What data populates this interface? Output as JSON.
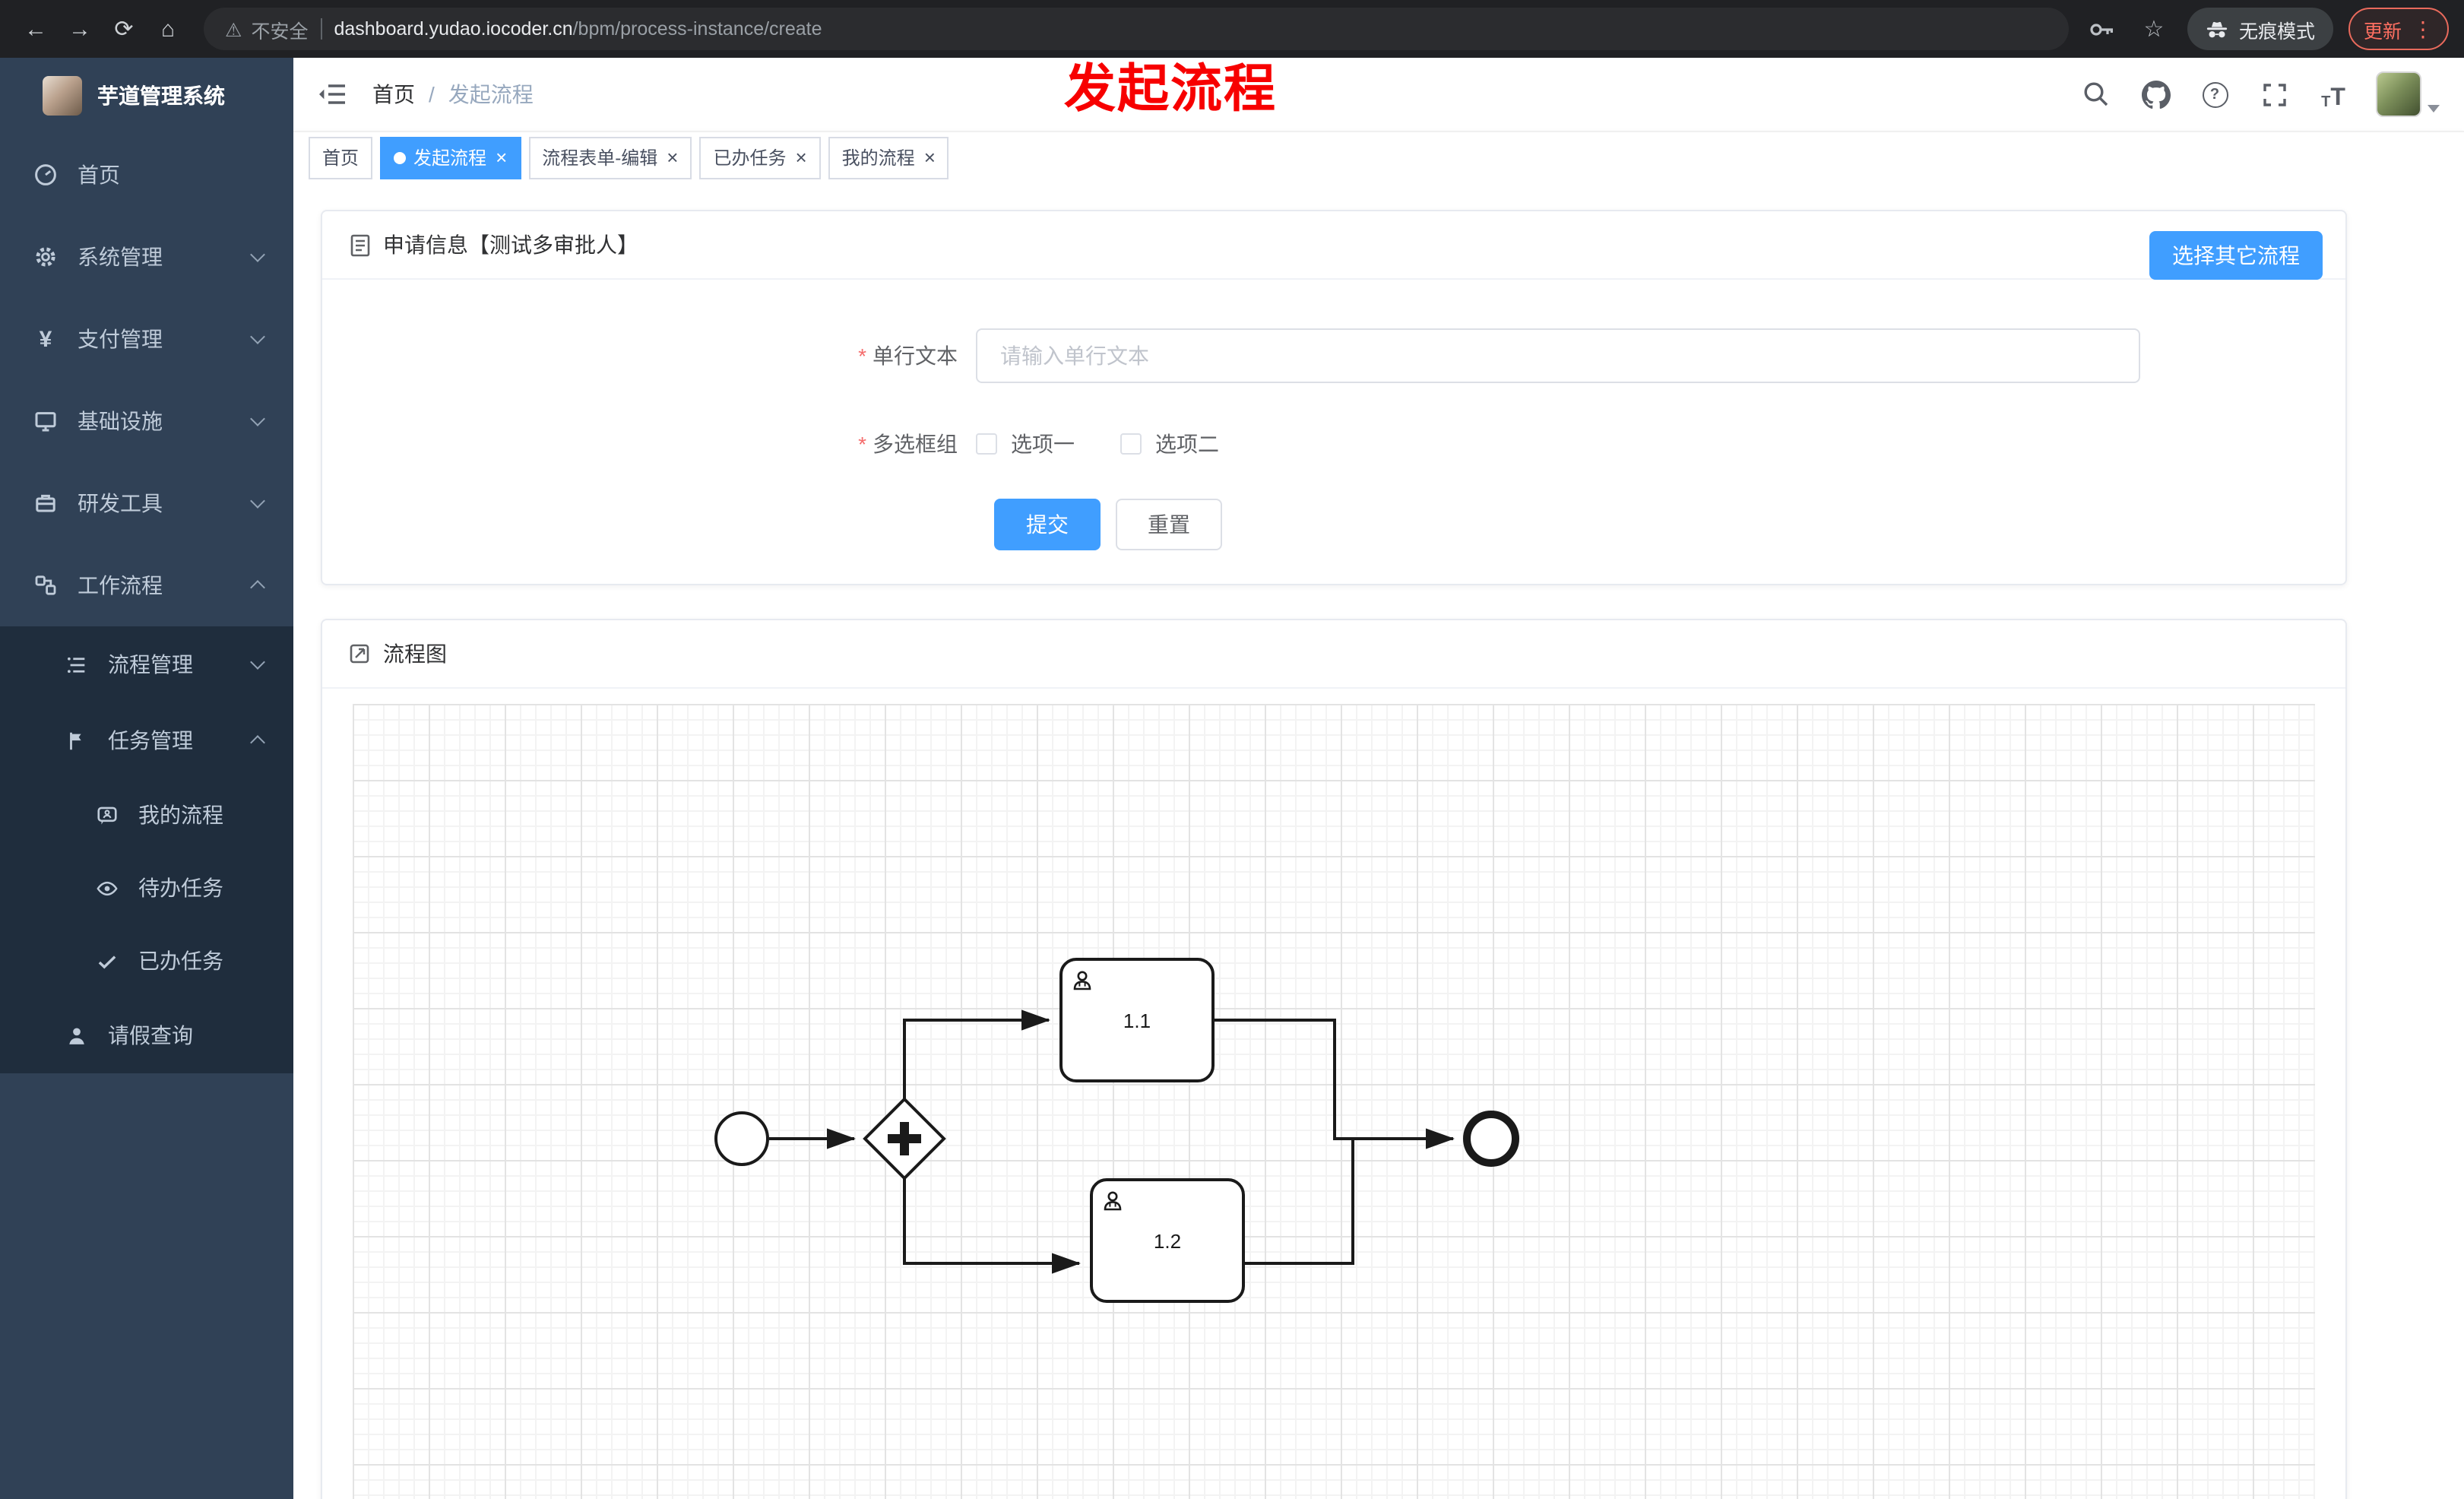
{
  "browser": {
    "security_label": "不安全",
    "url_domain": "dashboard.yudao.iocoder.cn",
    "url_path": "/bpm/process-instance/create",
    "incognito_label": "无痕模式",
    "update_label": "更新"
  },
  "annotation": {
    "text": "发起流程"
  },
  "app": {
    "logo_title": "芋道管理系统"
  },
  "sidebar": {
    "items": [
      {
        "label": "首页"
      },
      {
        "label": "系统管理"
      },
      {
        "label": "支付管理"
      },
      {
        "label": "基础设施"
      },
      {
        "label": "研发工具"
      },
      {
        "label": "工作流程"
      },
      {
        "label": "流程管理"
      },
      {
        "label": "任务管理"
      },
      {
        "label": "我的流程"
      },
      {
        "label": "待办任务"
      },
      {
        "label": "已办任务"
      },
      {
        "label": "请假查询"
      }
    ]
  },
  "header": {
    "breadcrumb": {
      "home": "首页",
      "current": "发起流程"
    }
  },
  "tabs": {
    "items": [
      {
        "label": "首页"
      },
      {
        "label": "发起流程"
      },
      {
        "label": "流程表单-编辑"
      },
      {
        "label": "已办任务"
      },
      {
        "label": "我的流程"
      }
    ]
  },
  "form_card": {
    "title": "申请信息【测试多审批人】",
    "select_other_button": "选择其它流程",
    "field_text": {
      "label": "单行文本",
      "placeholder": "请输入单行文本",
      "value": ""
    },
    "field_checkbox": {
      "label": "多选框组",
      "option1": "选项一",
      "option2": "选项二"
    },
    "submit_label": "提交",
    "reset_label": "重置"
  },
  "diagram_card": {
    "title": "流程图",
    "task1_label": "1.1",
    "task2_label": "1.2"
  },
  "ui": {
    "required_mark": "*",
    "breadcrumb_separator": "/",
    "close_glyph": "×",
    "back_glyph": "←",
    "forward_glyph": "→",
    "reload_glyph": "⟳",
    "home_glyph": "⌂",
    "warning_glyph": "⚠",
    "star_glyph": "☆",
    "dots_glyph": "⋮",
    "question_glyph": "?",
    "font_glyph": "T",
    "yen_glyph": "¥"
  },
  "colors": {
    "primary": "#409eff",
    "sidebar_bg": "#304156",
    "submenu_bg": "#1f2d3d",
    "annotation": "#f70000",
    "danger": "#f56c6c"
  }
}
